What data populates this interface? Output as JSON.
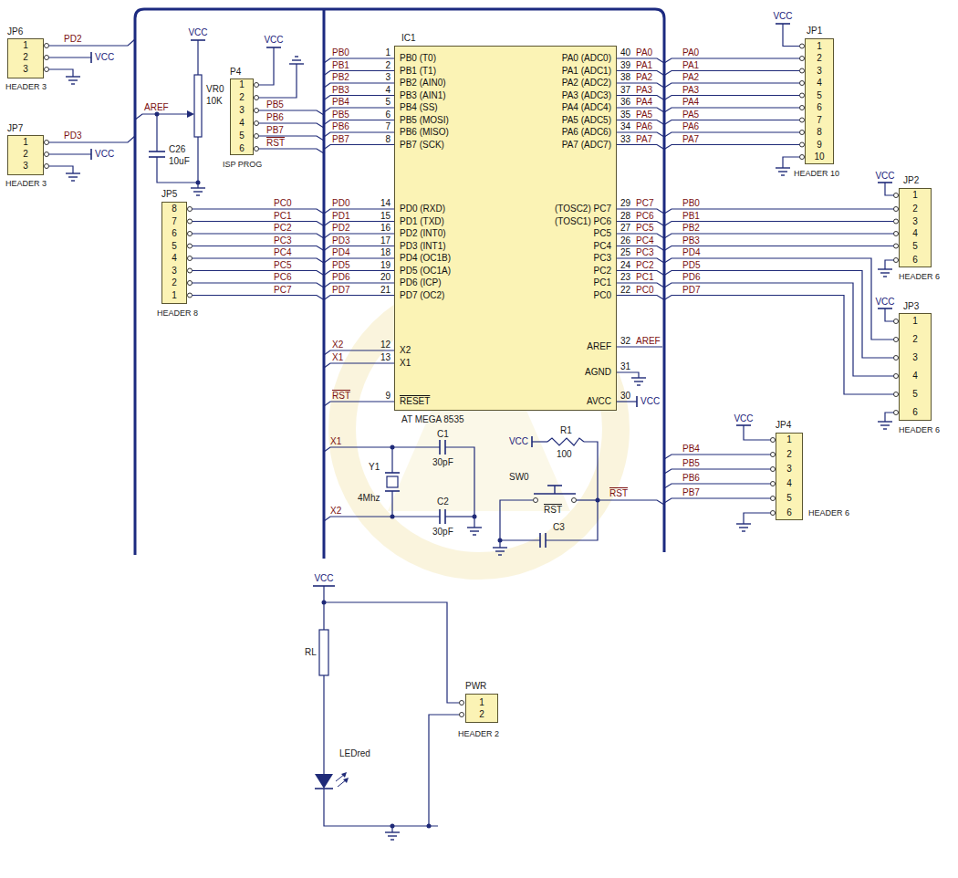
{
  "diagram": {
    "nodes": [
      {
        "text": [
          "JP6",
          "1",
          "2",
          "3",
          "HEADER 3"
        ]
      },
      {
        "text": [
          "JP7",
          "1",
          "2",
          "3",
          "HEADER 3"
        ]
      },
      {
        "text": [
          "P4",
          "1",
          "2",
          "3",
          "4",
          "5",
          "6",
          "ISP PROG"
        ]
      },
      {
        "text": [
          "IC1",
          "PB0 (T0)",
          "PB1 (T1)",
          "PB2 (AIN0)",
          "PB3 (AIN1)",
          "PB4 (SS)",
          "PB5 (MOSI)",
          "PB6 (MISO)",
          "PB7 (SCK)",
          "PD0 (RXD)",
          "PD1 (TXD)",
          "PD2 (INT0)",
          "PD3 (INT1)",
          "PD4 (OC1B)",
          "PD5 (OC1A)",
          "PD6 (ICP)",
          "PD7 (OC2)",
          "X2",
          "X1",
          "RESET",
          "PA0 (ADC0)",
          "PA1 (ADC1)",
          "PA2 (ADC2)",
          "PA3 (ADC3)",
          "PA4 (ADC4)",
          "PA5 (ADC5)",
          "PA6 (ADC6)",
          "PA7 (ADC7)",
          "(TOSC2) PC7",
          "(TOSC1) PC6",
          "PC5",
          "PC4",
          "PC3",
          "PC2",
          "PC1",
          "PC0",
          "AREF",
          "AGND",
          "AVCC",
          "AT MEGA 8535"
        ]
      },
      {
        "text": [
          "JP5",
          "8",
          "7",
          "6",
          "5",
          "4",
          "3",
          "2",
          "1",
          "HEADER 8"
        ]
      },
      {
        "text": [
          "JP1",
          "1",
          "2",
          "3",
          "4",
          "5",
          "6",
          "7",
          "8",
          "9",
          "10",
          "HEADER 10"
        ]
      },
      {
        "text": [
          "JP2",
          "1",
          "2",
          "3",
          "4",
          "5",
          "6",
          "HEADER 6"
        ]
      },
      {
        "text": [
          "JP3",
          "1",
          "2",
          "3",
          "4",
          "5",
          "6",
          "HEADER 6"
        ]
      },
      {
        "text": [
          "JP4",
          "1",
          "2",
          "3",
          "4",
          "5",
          "6",
          "HEADER 6"
        ]
      },
      {
        "text": [
          "PWR",
          "1",
          "2",
          "HEADER 2"
        ]
      }
    ],
    "labels": [
      "PD2",
      "VCC",
      "PD3",
      "VCC",
      "AREF",
      "VCC",
      "VR0",
      "10K",
      "C26",
      "10uF",
      "VCC",
      "PB5",
      "PB6",
      "PB7",
      "RST",
      "PC0",
      "PC1",
      "PC2",
      "PC3",
      "PC4",
      "PC5",
      "PC6",
      "PC7",
      "PB0",
      "PB1",
      "PB2",
      "PB3",
      "PB4",
      "PB5",
      "PB6",
      "PB7",
      "PD0",
      "PD1",
      "PD2",
      "PD3",
      "PD4",
      "PD5",
      "PD6",
      "PD7",
      "X2",
      "X1",
      "RST",
      "1",
      "2",
      "3",
      "4",
      "5",
      "6",
      "7",
      "8",
      "14",
      "15",
      "16",
      "17",
      "18",
      "19",
      "20",
      "21",
      "12",
      "13",
      "9",
      "40",
      "39",
      "38",
      "37",
      "36",
      "35",
      "34",
      "33",
      "29",
      "28",
      "27",
      "26",
      "25",
      "24",
      "23",
      "22",
      "32",
      "31",
      "30",
      "PA0",
      "PA1",
      "PA2",
      "PA3",
      "PA4",
      "PA5",
      "PA6",
      "PA7",
      "PC7",
      "PC6",
      "PC5",
      "PC4",
      "PC3",
      "PC2",
      "PC1",
      "PC0",
      "AREF",
      "VCC",
      "VCC",
      "PA0",
      "PA1",
      "PA2",
      "PA3",
      "PA4",
      "PA5",
      "PA6",
      "PA7",
      "VCC",
      "VCC",
      "PB0",
      "PB1",
      "PB2",
      "PB3",
      "PD4",
      "PD5",
      "PD6",
      "PD7",
      "VCC",
      "PB4",
      "PB5",
      "PB6",
      "PB7",
      "X1",
      "X2",
      "Y1",
      "4Mhz",
      "C1",
      "30pF",
      "C2",
      "30pF",
      "VCC",
      "R1",
      "100",
      "SW0",
      "RST",
      "C3",
      "RST",
      "VCC",
      "RL",
      "LEDred"
    ]
  }
}
